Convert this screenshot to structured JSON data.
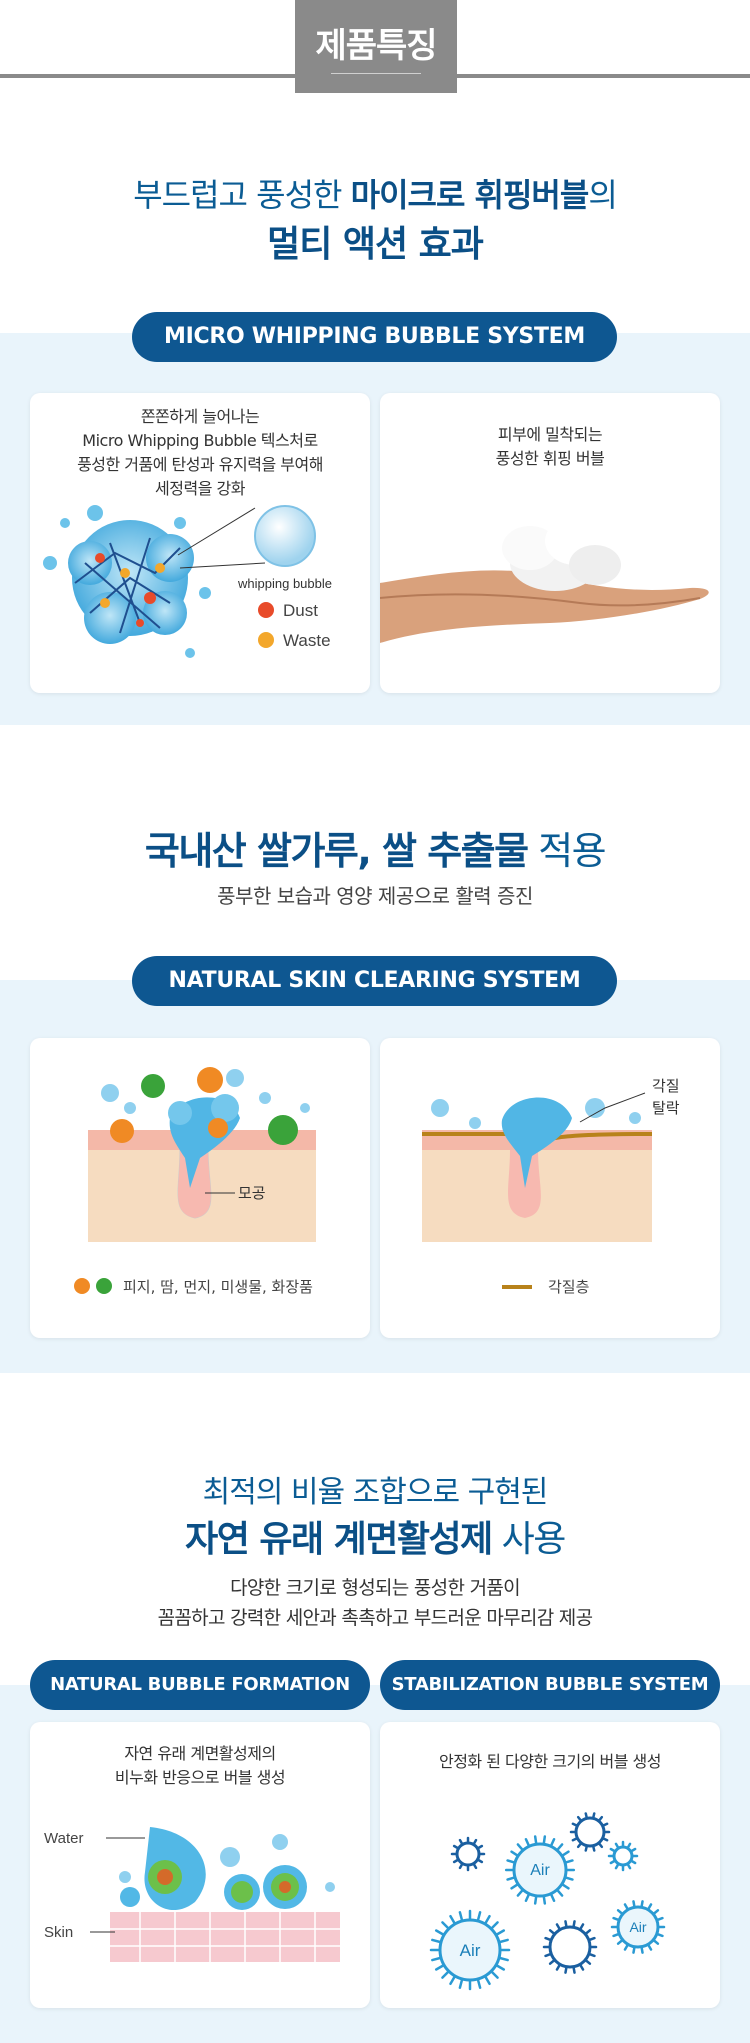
{
  "header": {
    "tab_title": "제품특징"
  },
  "section1": {
    "title_light": "부드럽고 풍성한 ",
    "title_bold": "마이크로 휘핑버블",
    "title_tail": "의",
    "subtitle": "멀티 액션 효과",
    "pill": "MICRO WHIPPING BUBBLE SYSTEM",
    "card_left": {
      "lines": [
        "쫀쫀하게 늘어나는",
        "Micro Whipping Bubble 텍스처로",
        "풍성한 거품에 탄성과 유지력을 부여해",
        "세정력을 강화"
      ],
      "bubble_label": "whipping bubble",
      "legend": [
        "Dust",
        "Waste"
      ]
    },
    "card_right": {
      "lines": [
        "피부에 밀착되는",
        "풍성한 휘핑 버블"
      ]
    }
  },
  "section2": {
    "title_bold": "국내산 쌀가루, 쌀 추출물",
    "title_light": " 적용",
    "subtitle": "풍부한 보습과 영양 제공으로 활력 증진",
    "pill": "NATURAL SKIN CLEARING SYSTEM",
    "card_left": {
      "pore_label": "모공",
      "legend": "피지, 땀, 먼지, 미생물, 화장품"
    },
    "card_right": {
      "keratin_label": [
        "각질",
        "탈락"
      ],
      "legend": "각질층"
    }
  },
  "section3": {
    "title_line1": "최적의 비율 조합으로 구현된",
    "title_bold": "자연 유래 계면활성제",
    "title_tail": " 사용",
    "desc": [
      "다양한 크기로 형성되는 풍성한 거품이",
      "꼼꼼하고 강력한 세안과 촉촉하고 부드러운 마무리감 제공"
    ],
    "pill_left": "NATURAL BUBBLE FORMATION",
    "pill_right": "STABILIZATION BUBBLE SYSTEM",
    "card_left": {
      "lines": [
        "자연 유래 계면활성제의",
        "비누화 반응으로 버블 생성"
      ],
      "water_label": "Water",
      "skin_label": "Skin"
    },
    "card_right": {
      "line": "안정화 된 다양한 크기의 버블 생성",
      "air_labels": [
        "Air",
        "Air",
        "Air"
      ]
    }
  },
  "colors": {
    "navy": "#0e5791",
    "band": "#e9f4fb",
    "tab": "#8a8a8a",
    "orange": "#f08a24",
    "green": "#3aa33a",
    "keratin": "#b8821a"
  }
}
